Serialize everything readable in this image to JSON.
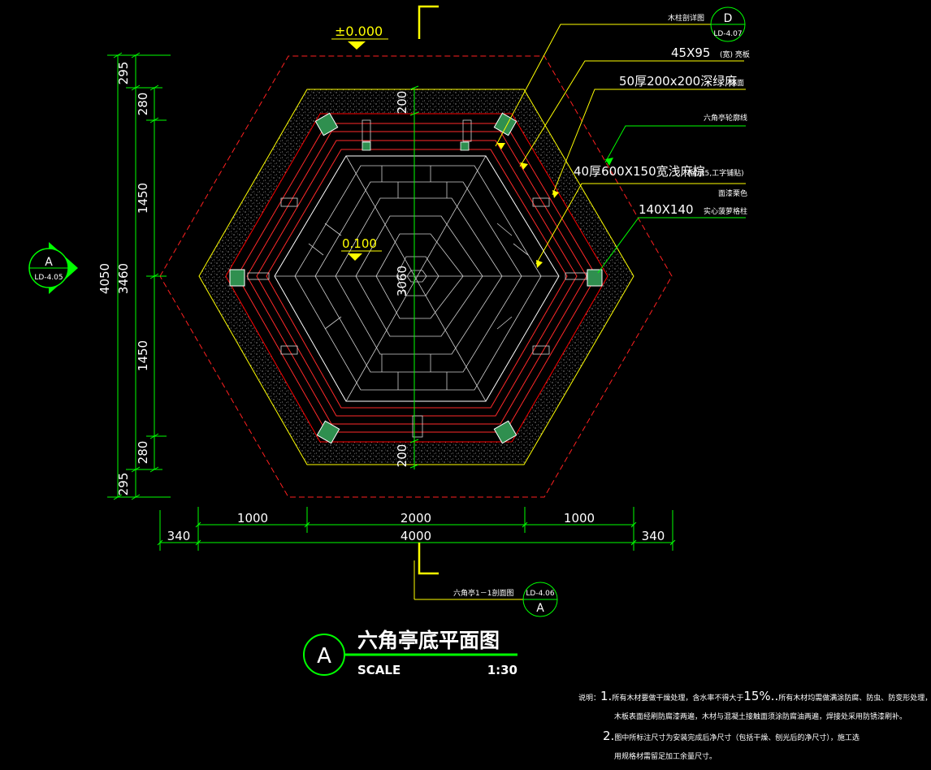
{
  "elevation_top": "±0.000",
  "elevation_center": "0.100",
  "detail_top": {
    "letter": "D",
    "sheet": "LD-4.07"
  },
  "detail_left": {
    "letter": "A",
    "sheet": "LD-4.05"
  },
  "section_ref": {
    "letter": "A",
    "sheet": "LD-4.06",
    "label": "六角亭1－1剖面图"
  },
  "callouts": [
    "木柱剖详图",
    "45X95",
    "(宽) 亮板",
    "50厚200x200深绿麻",
    "烧面",
    "六角亭轮廓线",
    "40厚600X150宽浅麻棕",
    "(留缝5,工字铺贴)",
    "面漆栗色",
    "140X140",
    "实心菠萝格柱"
  ],
  "dims_left": [
    "295",
    "280",
    "1450",
    "1450",
    "280",
    "295"
  ],
  "dims_left_total1": "3460",
  "dims_left_total2": "4050",
  "dims_center_v": "3060",
  "dims_center_small": [
    "200",
    "200"
  ],
  "dims_bottom_row1": [
    "1000",
    "2000",
    "1000"
  ],
  "dims_bottom_row2": [
    "340",
    "4000",
    "340"
  ],
  "title": {
    "circle": "A",
    "name": "六角亭底平面图",
    "scale_label": "SCALE",
    "scale_value": "1:30"
  },
  "notes": {
    "prefix": "说明：",
    "n1_num": "1.",
    "n1_a": "所有木材要做干燥处理，含水率不得大于",
    "n1_pct": "15%..",
    "n1_b": "所有木材均需做满涂防腐、防虫、防变形处理，",
    "n1_c": "木板表面经刷防腐漆两遍，木材与混凝土接触面须涂防腐油两遍，焊接处采用防锈漆刷补。",
    "n2_num": "2.",
    "n2_a": "图中所标注尺寸为安装完成后净尺寸（包括干燥、刨光后的净尺寸），施工选",
    "n2_b": "用规格材需留足加工余量尺寸。"
  },
  "colors": {
    "background": "#000000",
    "dimension": "#00ff00",
    "text": "#ffffff",
    "outline_red": "#ff0000",
    "yellow": "#ffff00",
    "grid": "#cfcfcf"
  }
}
